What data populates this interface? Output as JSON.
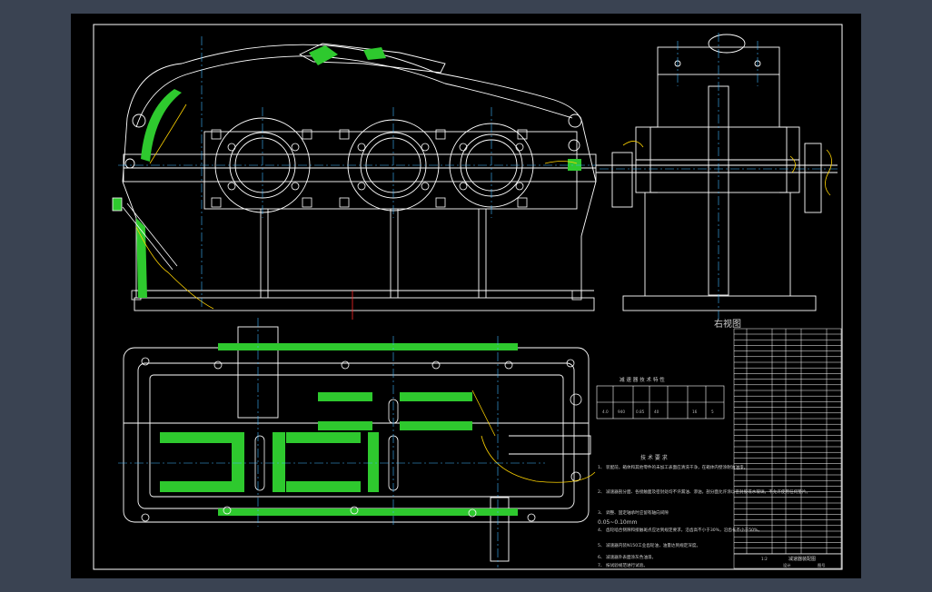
{
  "canvas": {
    "background": "#3a4352",
    "sheet": "#000000"
  },
  "colors": {
    "outline": "#ffffff",
    "center": "#3fb6ff",
    "section": "#2ec92e",
    "hidden": "#ffd400",
    "cut": "#ff2a2a"
  },
  "view_labels": {
    "right_view": "右视图"
  },
  "params_table": {
    "title": "减 速 器 技 术 特 性",
    "row": [
      "4.0",
      "940",
      "0.85",
      "40",
      "16",
      "5"
    ]
  },
  "tech_req": {
    "title": "技 术 要 求",
    "items": [
      "1、 装配前，箱体和其他零件的未加工表面应清洗干净，在箱体内壁涂耐油油漆。",
      "2、 减速器剖分面、各接触面及密封处均不许漏油、渗油，剖分面允许涂以密封胶或水玻璃，不允许使用任何垫片。",
      "3、 调整、固定轴承时应留有轴向间隙",
      "0.05~0.10mm",
      "4、 齿轮啮合侧隙和接触斑点应达到规定要求，沿齿高不小于30%，沿齿长不小于50%。",
      "5、 减速器内装N150工业齿轮油，油量达到规定深度。",
      "6、 减速器外表面涂灰色油漆。",
      "7、 按试验规范进行试验。"
    ]
  },
  "title_block": {
    "name": "减速器装配图",
    "designer": "设计",
    "scale": "1:2",
    "sheet": "图号"
  }
}
